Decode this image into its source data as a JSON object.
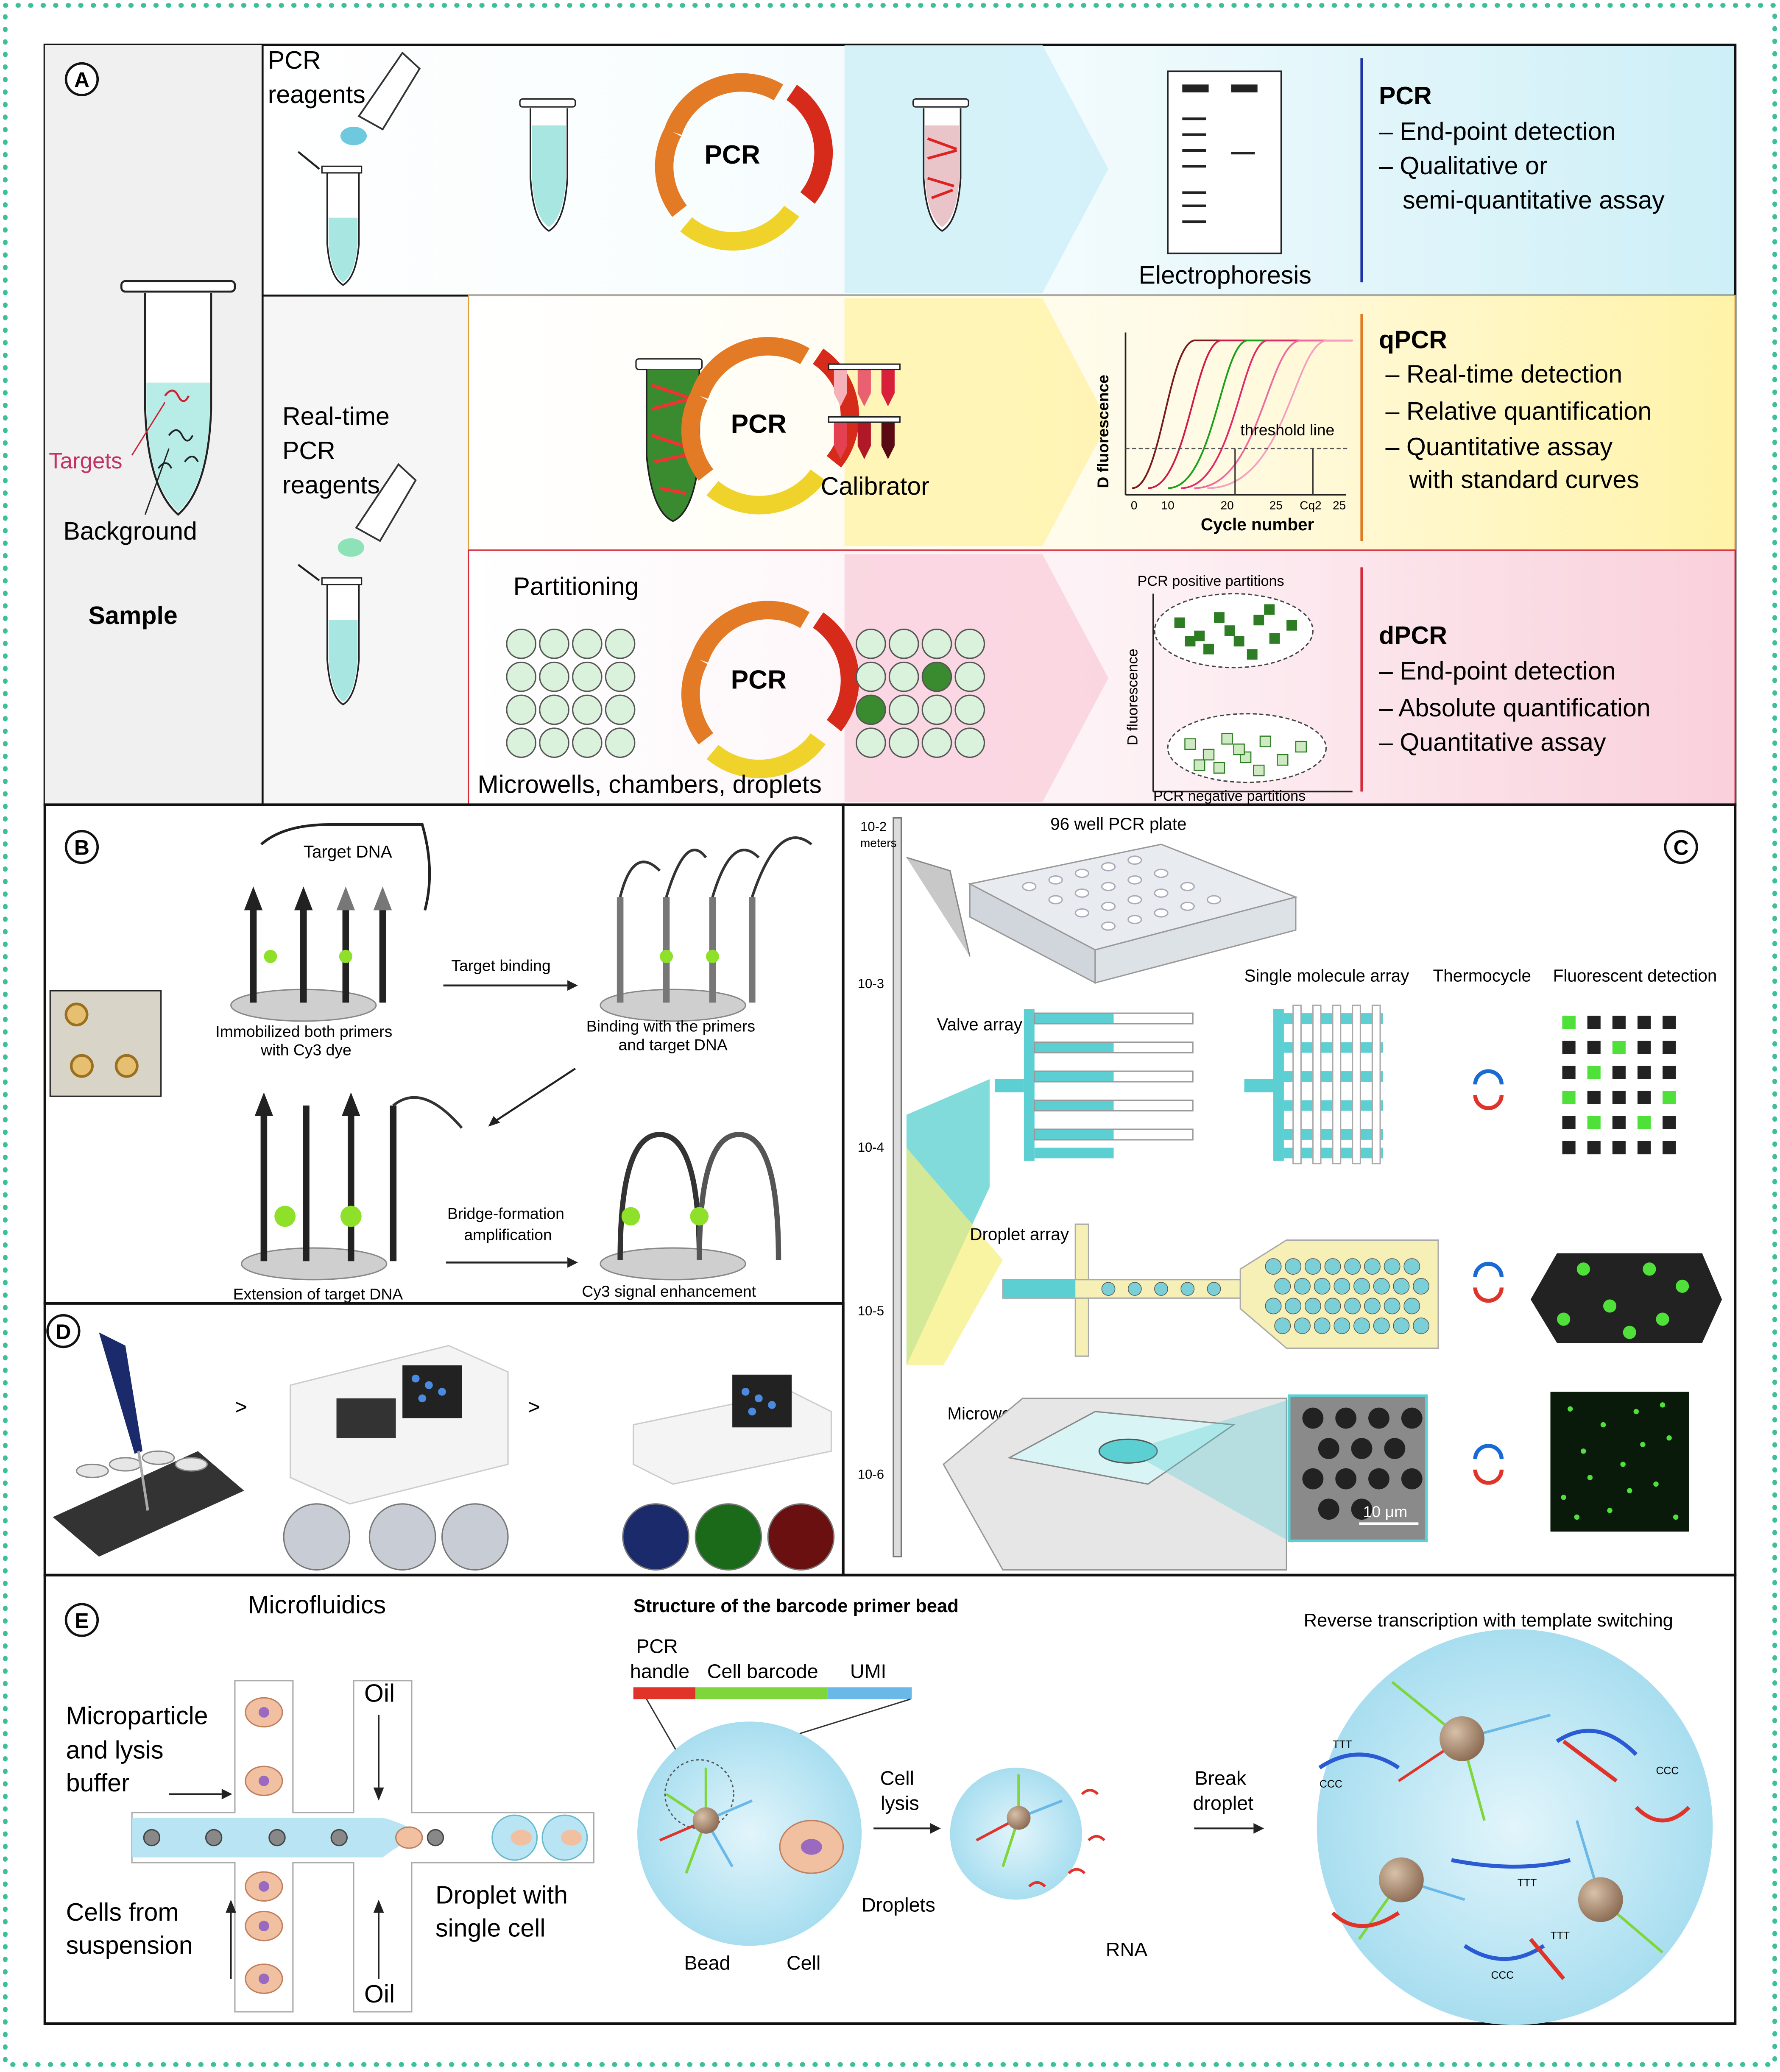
{
  "panels": {
    "a": {
      "letter": "A",
      "pcr_reagents": [
        "PCR",
        "reagents"
      ],
      "rt_reagents": [
        "Real-time",
        "PCR",
        "reagents"
      ],
      "targets": "Targets",
      "background": "Background",
      "sample": "Sample",
      "cycle": "PCR",
      "electrophoresis": "Electrophoresis",
      "calibrator": "Calibrator",
      "threshold": "threshold line",
      "cycle_number": "Cycle number",
      "d_fluorescence": "D fluorescence",
      "partitioning": "Partitioning",
      "microwells": "Microwells, chambers, droplets",
      "pos_partitions": "PCR positive partitions",
      "neg_partitions": "PCR negative partitions",
      "qpcr_ticks": [
        "0",
        "10",
        "20",
        "25",
        "Cq2",
        "25"
      ],
      "rows": [
        {
          "title": "PCR",
          "items": [
            "– End-point detection",
            "– Qualitative or",
            "semi-quantitative assay"
          ],
          "color": "#1a32a6"
        },
        {
          "title": "qPCR",
          "items": [
            "– Real-time detection",
            "– Relative quantification",
            "– Quantitative assay",
            "with standard curves"
          ],
          "color": "#e07a1f"
        },
        {
          "title": "dPCR",
          "items": [
            "– End-point detection",
            "– Absolute quantification",
            "– Quantitative assay"
          ],
          "color": "#d42a3a"
        }
      ]
    },
    "b": {
      "letter": "B",
      "target_dna": "Target DNA",
      "target_binding": "Target binding",
      "immobilized": [
        "Immobilized both primers",
        "with Cy3 dye"
      ],
      "binding": [
        "Binding with the primers",
        "and target DNA"
      ],
      "bridge": [
        "Bridge-formation",
        "amplification"
      ],
      "extension": "Extension of target DNA",
      "cy3": "Cy3 signal enhancement"
    },
    "c": {
      "letter": "C",
      "plate": "96 well PCR plate",
      "scale_unit": "meters",
      "scale_ticks": [
        "10-2",
        "10-3",
        "10-4",
        "10-5",
        "10-6"
      ],
      "valve": "Valve array",
      "smarray": "Single molecule array",
      "thermocycle": "Thermocycle",
      "fluor": "Fluorescent detection",
      "droplet": "Droplet array",
      "microwell": "Microwell array",
      "scalebar": "10 μm"
    },
    "d": {
      "letter": "D",
      "arrow": ">"
    },
    "e": {
      "letter": "E",
      "microfluidics": "Microfluidics",
      "oil": "Oil",
      "microparticle": [
        "Microparticle",
        "and lysis",
        "buffer"
      ],
      "cells": [
        "Cells from",
        "suspension"
      ],
      "droplet_cell": [
        "Droplet with",
        "single cell"
      ],
      "structure": "Structure of the barcode primer bead",
      "pcr_handle": [
        "PCR",
        "handle"
      ],
      "cell_barcode": "Cell barcode",
      "umi": "UMI",
      "bead": "Bead",
      "cell": "Cell",
      "droplets": "Droplets",
      "cell_lysis": [
        "Cell",
        "lysis"
      ],
      "rna": "RNA",
      "break_droplet": [
        "Break",
        "droplet"
      ],
      "reverse": "Reverse transcription with template switching",
      "ttt": "TTT",
      "ccc": "CCC"
    }
  },
  "colors": {
    "border": "#3dbf9c",
    "pcr_blue": "#1a32a6",
    "qpcr_orange": "#e07a1f",
    "dpcr_red": "#d42a3a",
    "cyan": "#5ccfd3",
    "green": "#3fbf2f"
  }
}
